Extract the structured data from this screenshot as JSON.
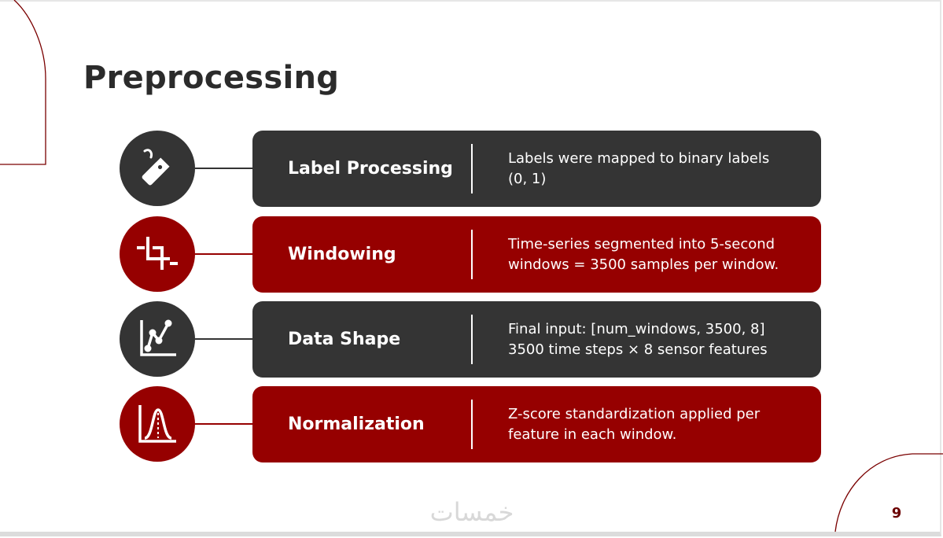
{
  "slide": {
    "title": "Preprocessing",
    "page_number": "9",
    "logo_text": "خمسات"
  },
  "steps": [
    {
      "name": "Label Processing",
      "icon": "tag-icon",
      "color": "#343434",
      "lines": [
        "Labels were mapped to binary labels",
        "(0, 1)"
      ]
    },
    {
      "name": "Windowing",
      "icon": "crop-icon",
      "color": "#960000",
      "lines": [
        "Time-series segmented into 5-second",
        "windows = 3500 samples per window."
      ]
    },
    {
      "name": "Data Shape",
      "icon": "line-chart-icon",
      "color": "#343434",
      "lines": [
        "Final input: [num_windows, 3500, 8]",
        "3500 time steps × 8 sensor features"
      ]
    },
    {
      "name": "Normalization",
      "icon": "bell-curve-icon",
      "color": "#960000",
      "lines": [
        "Z-score standardization applied per",
        "feature in each window."
      ]
    }
  ],
  "colors": {
    "dark": "#343434",
    "accent": "#960000",
    "title": "#2b2b2b",
    "decoration": "#7a0000"
  }
}
